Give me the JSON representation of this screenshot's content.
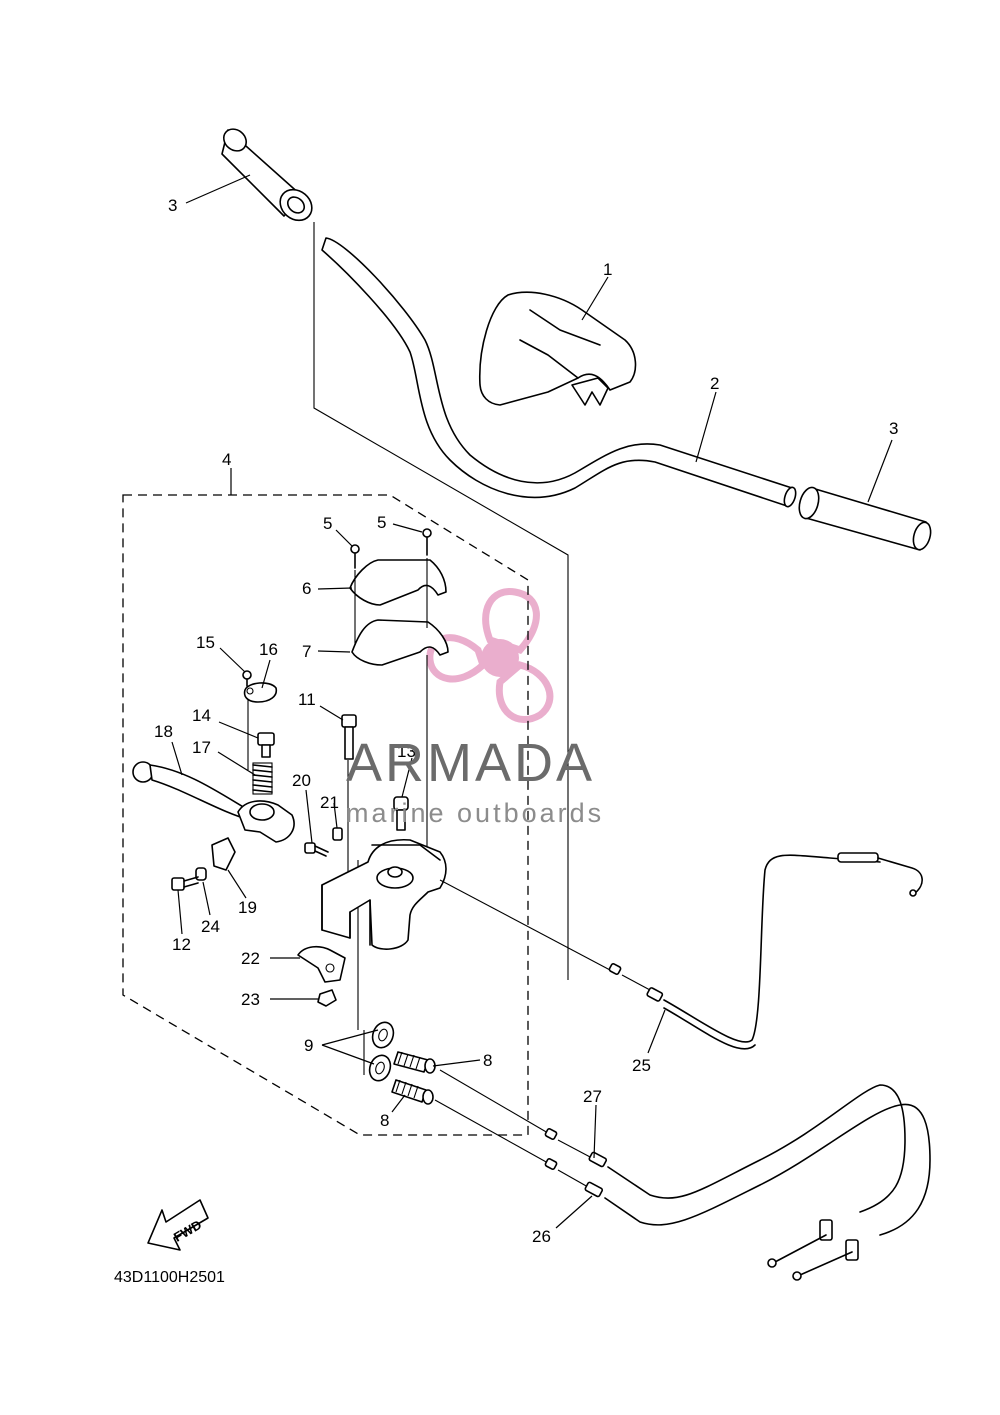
{
  "diagram": {
    "callouts": {
      "c1": "1",
      "c2": "2",
      "c3a": "3",
      "c3b": "3",
      "c4": "4",
      "c5a": "5",
      "c5b": "5",
      "c6": "6",
      "c7": "7",
      "c8a": "8",
      "c8b": "8",
      "c9": "9",
      "c11": "11",
      "c12": "12",
      "c13": "13",
      "c14": "14",
      "c15": "15",
      "c16": "16",
      "c17": "17",
      "c18": "18",
      "c19": "19",
      "c20": "20",
      "c21": "21",
      "c22": "22",
      "c23": "23",
      "c24": "24",
      "c25": "25",
      "c26": "26",
      "c27": "27"
    },
    "drawing_code": "43D1100H2501",
    "fwd_label": "FWD"
  },
  "watermark": {
    "brand": "ARMADA",
    "tagline": "marine outboards",
    "logo_color": "#e8a6c8",
    "text_color": "#6b6b6b"
  }
}
